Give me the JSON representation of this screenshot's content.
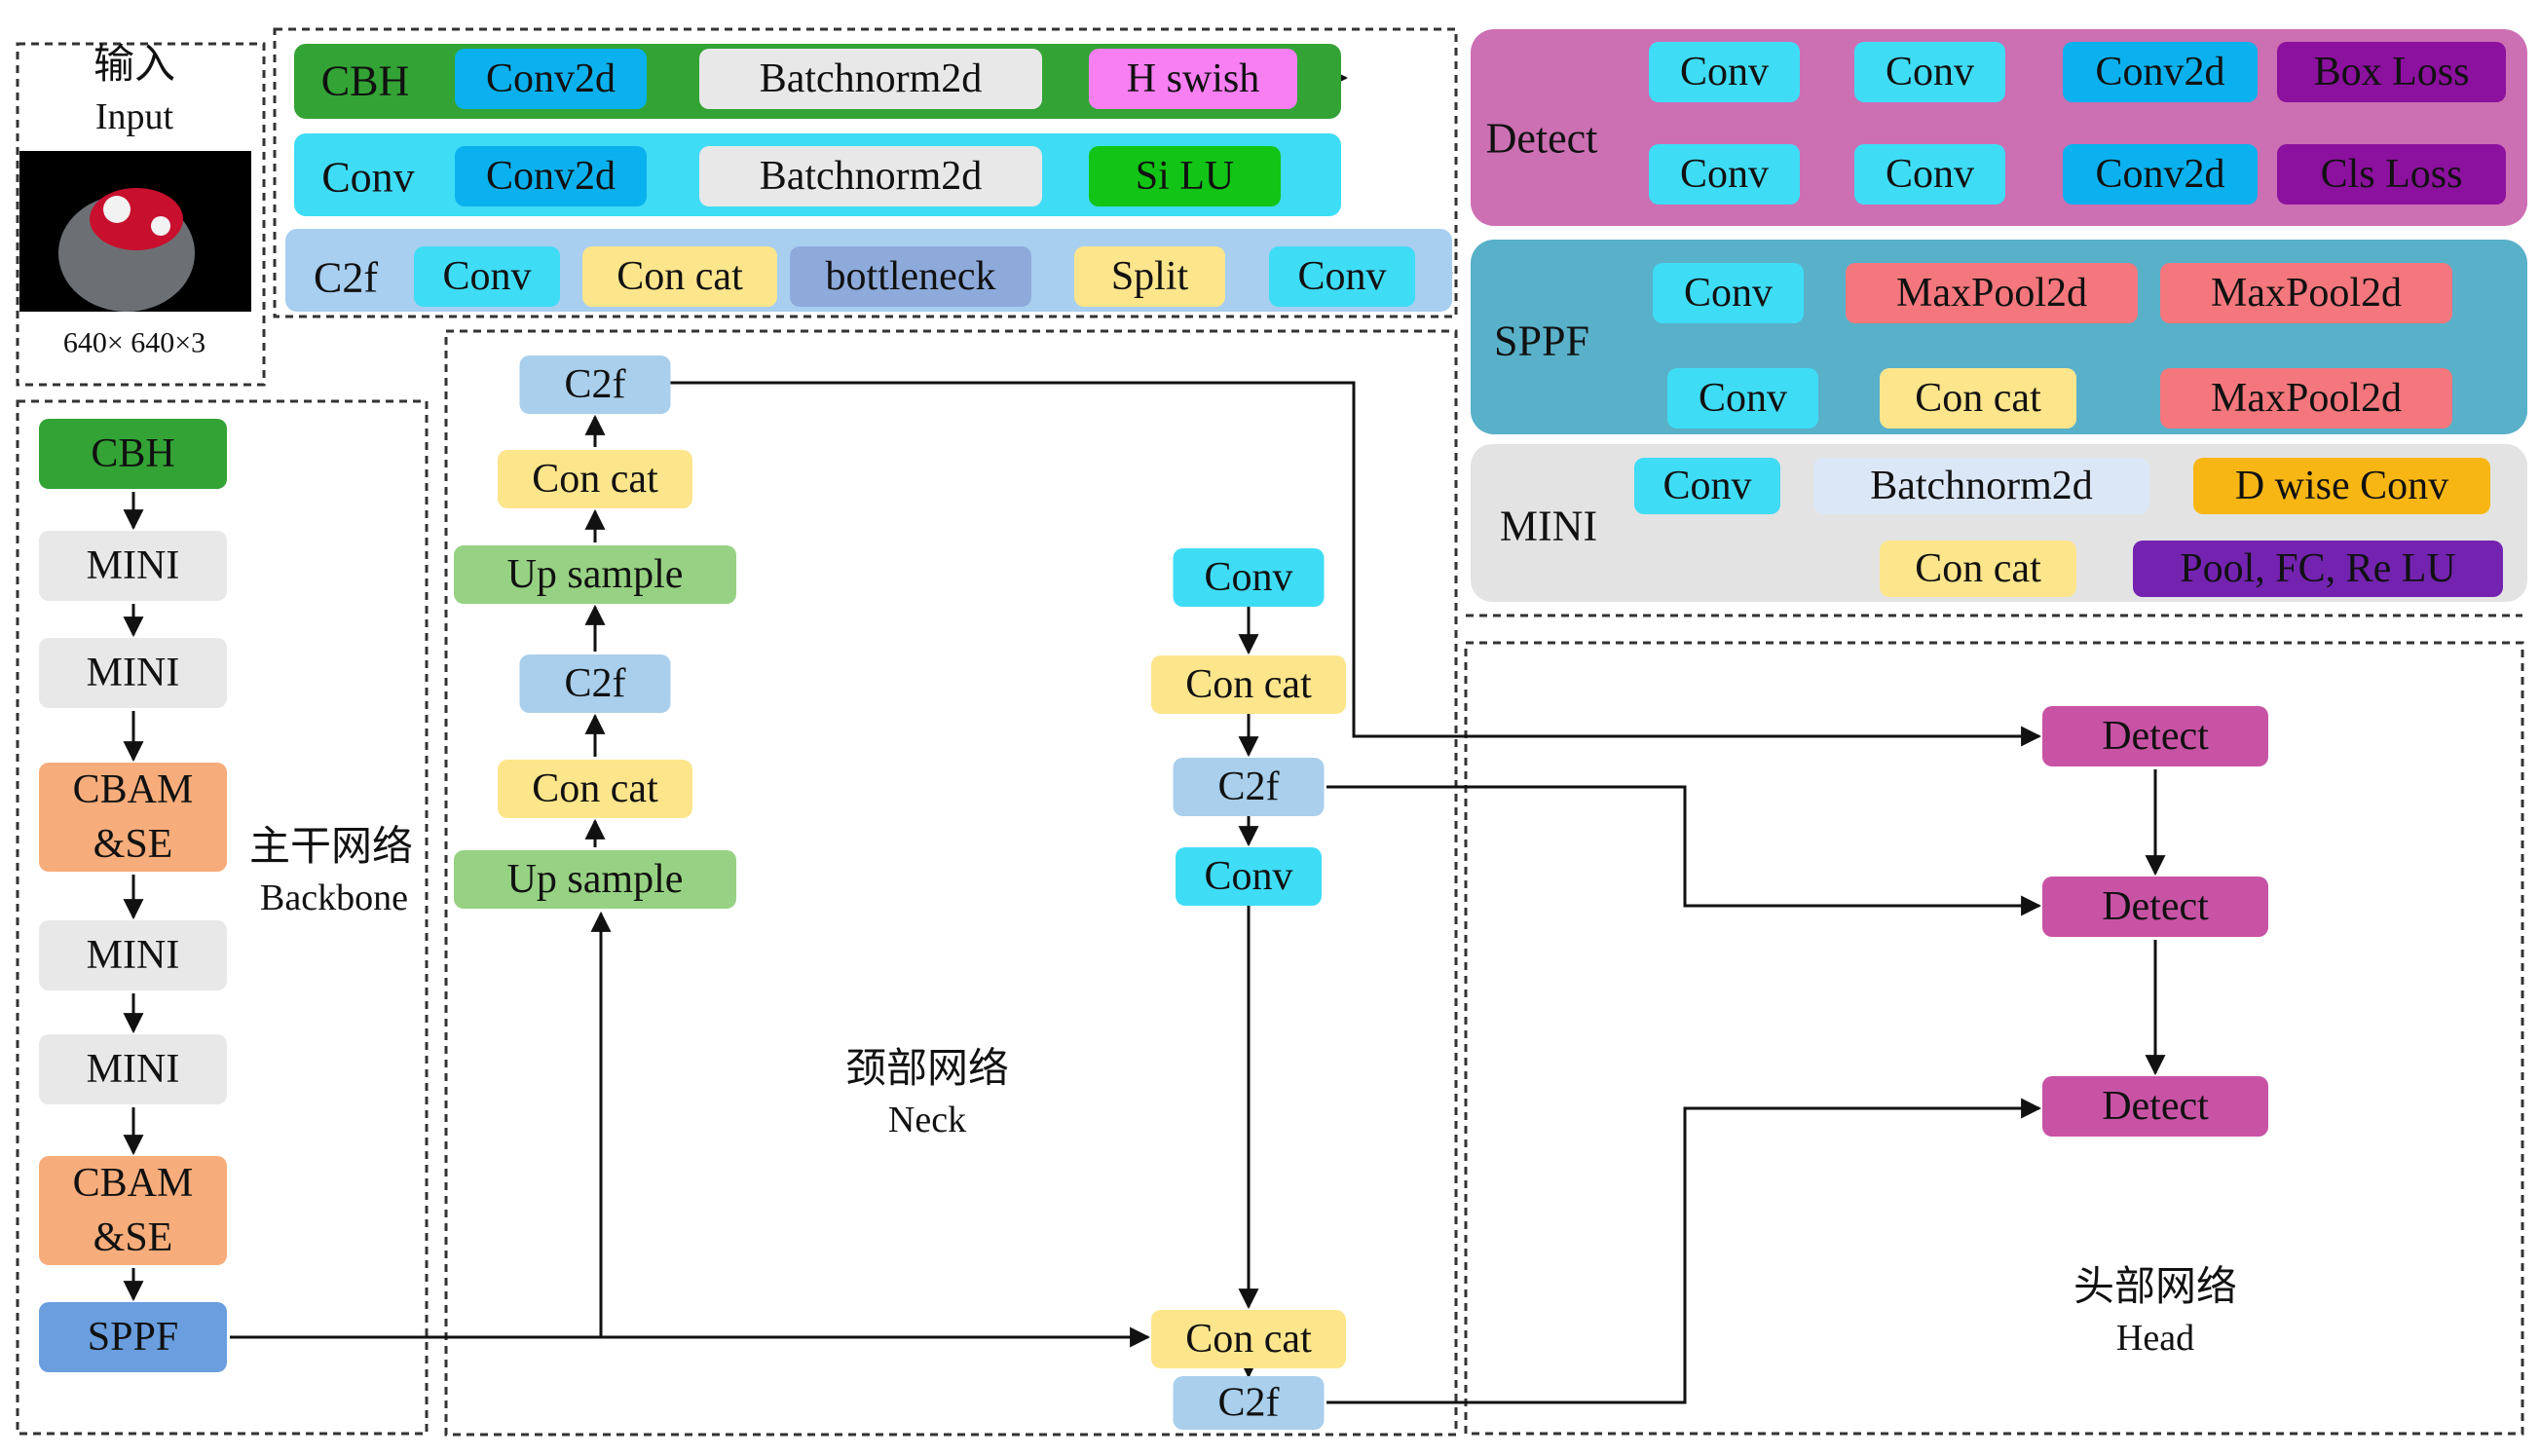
{
  "colors": {
    "green": "#33a335",
    "cyan": "#3fdcf5",
    "blue": "#0ab1ee",
    "lightgray": "#e8e8e8",
    "pink": "#f77ff2",
    "brightgreen": "#12c416",
    "lightblue": "#a8cef0",
    "yellow": "#fde58c",
    "slate": "#8eaadb",
    "magenta": "#cc6fb3",
    "purple": "#8c119e",
    "teal": "#59b0c9",
    "salmon": "#f3777d",
    "orange": "#f7ad7b",
    "midgreen": "#97d183",
    "paleblue": "#a9cfec",
    "sppfblue": "#6a9ede",
    "detectpink": "#c853a5",
    "gold": "#f8b614",
    "violet": "#7323b0",
    "grayband": "#e3e3e3",
    "ltblue2": "#dbe7f6"
  },
  "input": {
    "title_cn": "输入",
    "title_en": "Input",
    "size": "640× 640×3"
  },
  "cbh": {
    "label": "CBH",
    "items": [
      "Conv2d",
      "Batchnorm2d",
      "H swish"
    ]
  },
  "conv_def": {
    "label": "Conv",
    "items": [
      "Conv2d",
      "Batchnorm2d",
      "Si LU"
    ]
  },
  "c2f_def": {
    "label": "C2f",
    "items": [
      "Conv",
      "Con cat",
      "bottleneck",
      "Split",
      "Conv"
    ]
  },
  "detect_def": {
    "label": "Detect",
    "top": [
      "Conv",
      "Conv",
      "Conv2d",
      "Box Loss"
    ],
    "bottom": [
      "Conv",
      "Conv",
      "Conv2d",
      "Cls Loss"
    ]
  },
  "sppf_def": {
    "label": "SPPF",
    "top": [
      "Conv",
      "MaxPool2d",
      "MaxPool2d"
    ],
    "bottom": [
      "Conv",
      "Con cat",
      "MaxPool2d"
    ]
  },
  "mini_def": {
    "label": "MINI",
    "top": [
      "Conv",
      "Batchnorm2d",
      "D wise Conv"
    ],
    "bottom": [
      "Con cat",
      "Pool, FC, Re LU"
    ]
  },
  "backbone": {
    "title_cn": "主干网络",
    "title_en": "Backbone",
    "blocks": [
      "CBH",
      "MINI",
      "MINI",
      "CBAM\n&SE",
      "MINI",
      "MINI",
      "CBAM\n&SE",
      "SPPF"
    ]
  },
  "neck": {
    "title_cn": "颈部网络",
    "title_en": "Neck",
    "left": [
      "C2f",
      "Con cat",
      "Up sample",
      "C2f",
      "Con cat",
      "Up sample"
    ],
    "right": [
      "Conv",
      "Con cat",
      "C2f",
      "Conv",
      "Con cat",
      "C2f"
    ]
  },
  "head": {
    "title_cn": "头部网络",
    "title_en": "Head",
    "blocks": [
      "Detect",
      "Detect",
      "Detect"
    ]
  }
}
